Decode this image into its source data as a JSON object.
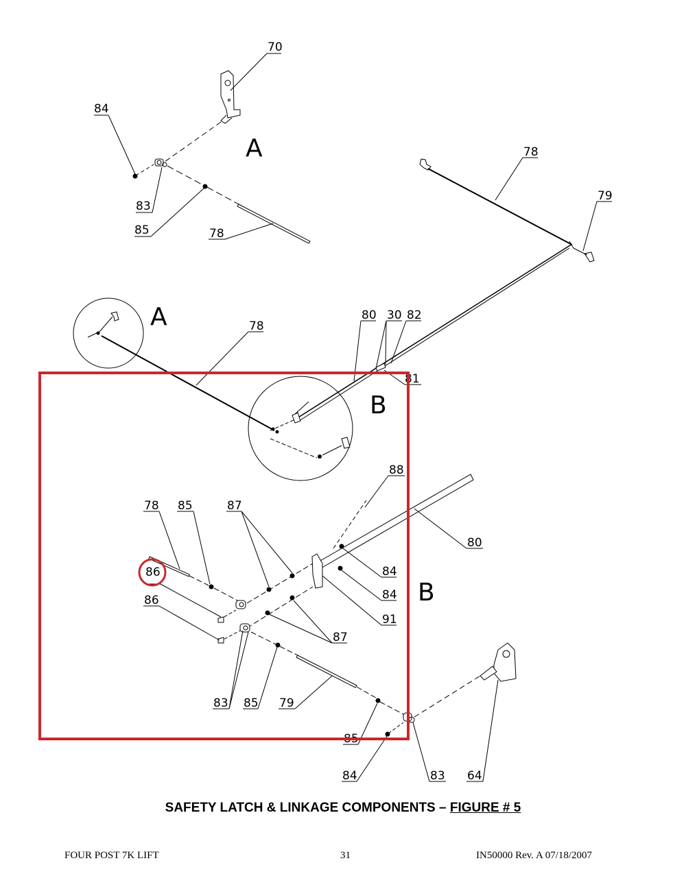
{
  "highlight_color": "#c9282d",
  "callouts": {
    "c70": "70",
    "c84_top": "84",
    "c83_top": "83",
    "c85_top": "85",
    "c78_top": "78",
    "c78_right": "78",
    "c79_right": "79",
    "c78_mid": "78",
    "c80_mid": "80",
    "c30": "30",
    "c82": "82",
    "c81": "81",
    "c88": "88",
    "c78_b": "78",
    "c85_b": "85",
    "c87_b_top": "87",
    "c80_b": "80",
    "c86_circled": "86",
    "c84_b1": "84",
    "c84_b2": "84",
    "c86_b": "86",
    "c91": "91",
    "c87_b_low": "87",
    "c83_b": "83",
    "c85_b_low": "85",
    "c79_b": "79",
    "c85_bottom": "85",
    "c84_bottom": "84",
    "c83_bottom": "83",
    "c64": "64"
  },
  "view_letters": {
    "a_top": "A",
    "a_detail": "A",
    "b_detail": "B",
    "b_side": "B"
  },
  "caption": {
    "text": "SAFETY LATCH & LINKAGE COMPONENTS – ",
    "figure": "FIGURE # 5"
  },
  "footer": {
    "left": "FOUR POST 7K LIFT",
    "page": "31",
    "right": "IN50000  Rev. A  07/18/2007"
  }
}
